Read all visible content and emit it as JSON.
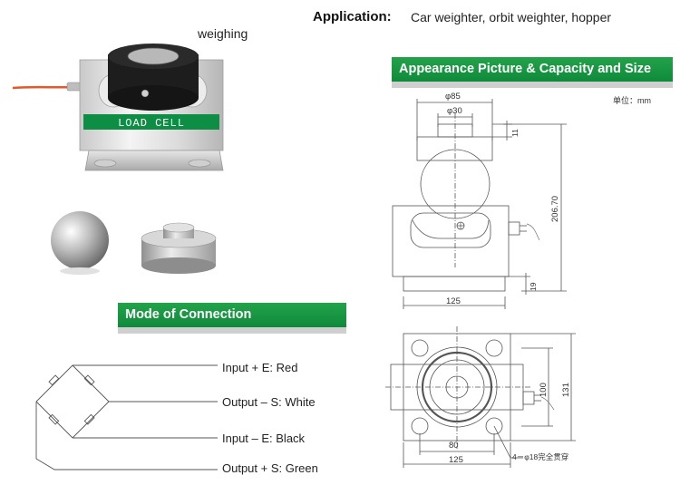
{
  "header": {
    "application_label": "Application:",
    "application_value": "Car weighter, orbit weighter, hopper",
    "weighing_label": "weighing"
  },
  "photo": {
    "load_cell_text": "LOAD  CELL"
  },
  "sections": {
    "appearance_title": "Appearance Picture  & Capacity and Size",
    "connection_title": "Mode of Connection",
    "unit_label": "单位：mm"
  },
  "drawing": {
    "dim_phi85": "φ85",
    "dim_phi30": "φ30",
    "dim_11": "11",
    "dim_206_70": "206.70",
    "dim_19": "19",
    "dim_125_top": "125",
    "dim_100": "100",
    "dim_131": "131",
    "dim_80": "80",
    "dim_125_bottom": "125",
    "hole_note": "4－φ18完全贯穿"
  },
  "wiring": [
    {
      "label": "Input + E: Red"
    },
    {
      "label": "Output – S: White"
    },
    {
      "label": "Input – E: Black"
    },
    {
      "label": "Output + S: Green"
    }
  ],
  "colors": {
    "banner_green": "#139245",
    "cable_orange": "#e8562a",
    "load_cell_band": "#0e8e45"
  }
}
